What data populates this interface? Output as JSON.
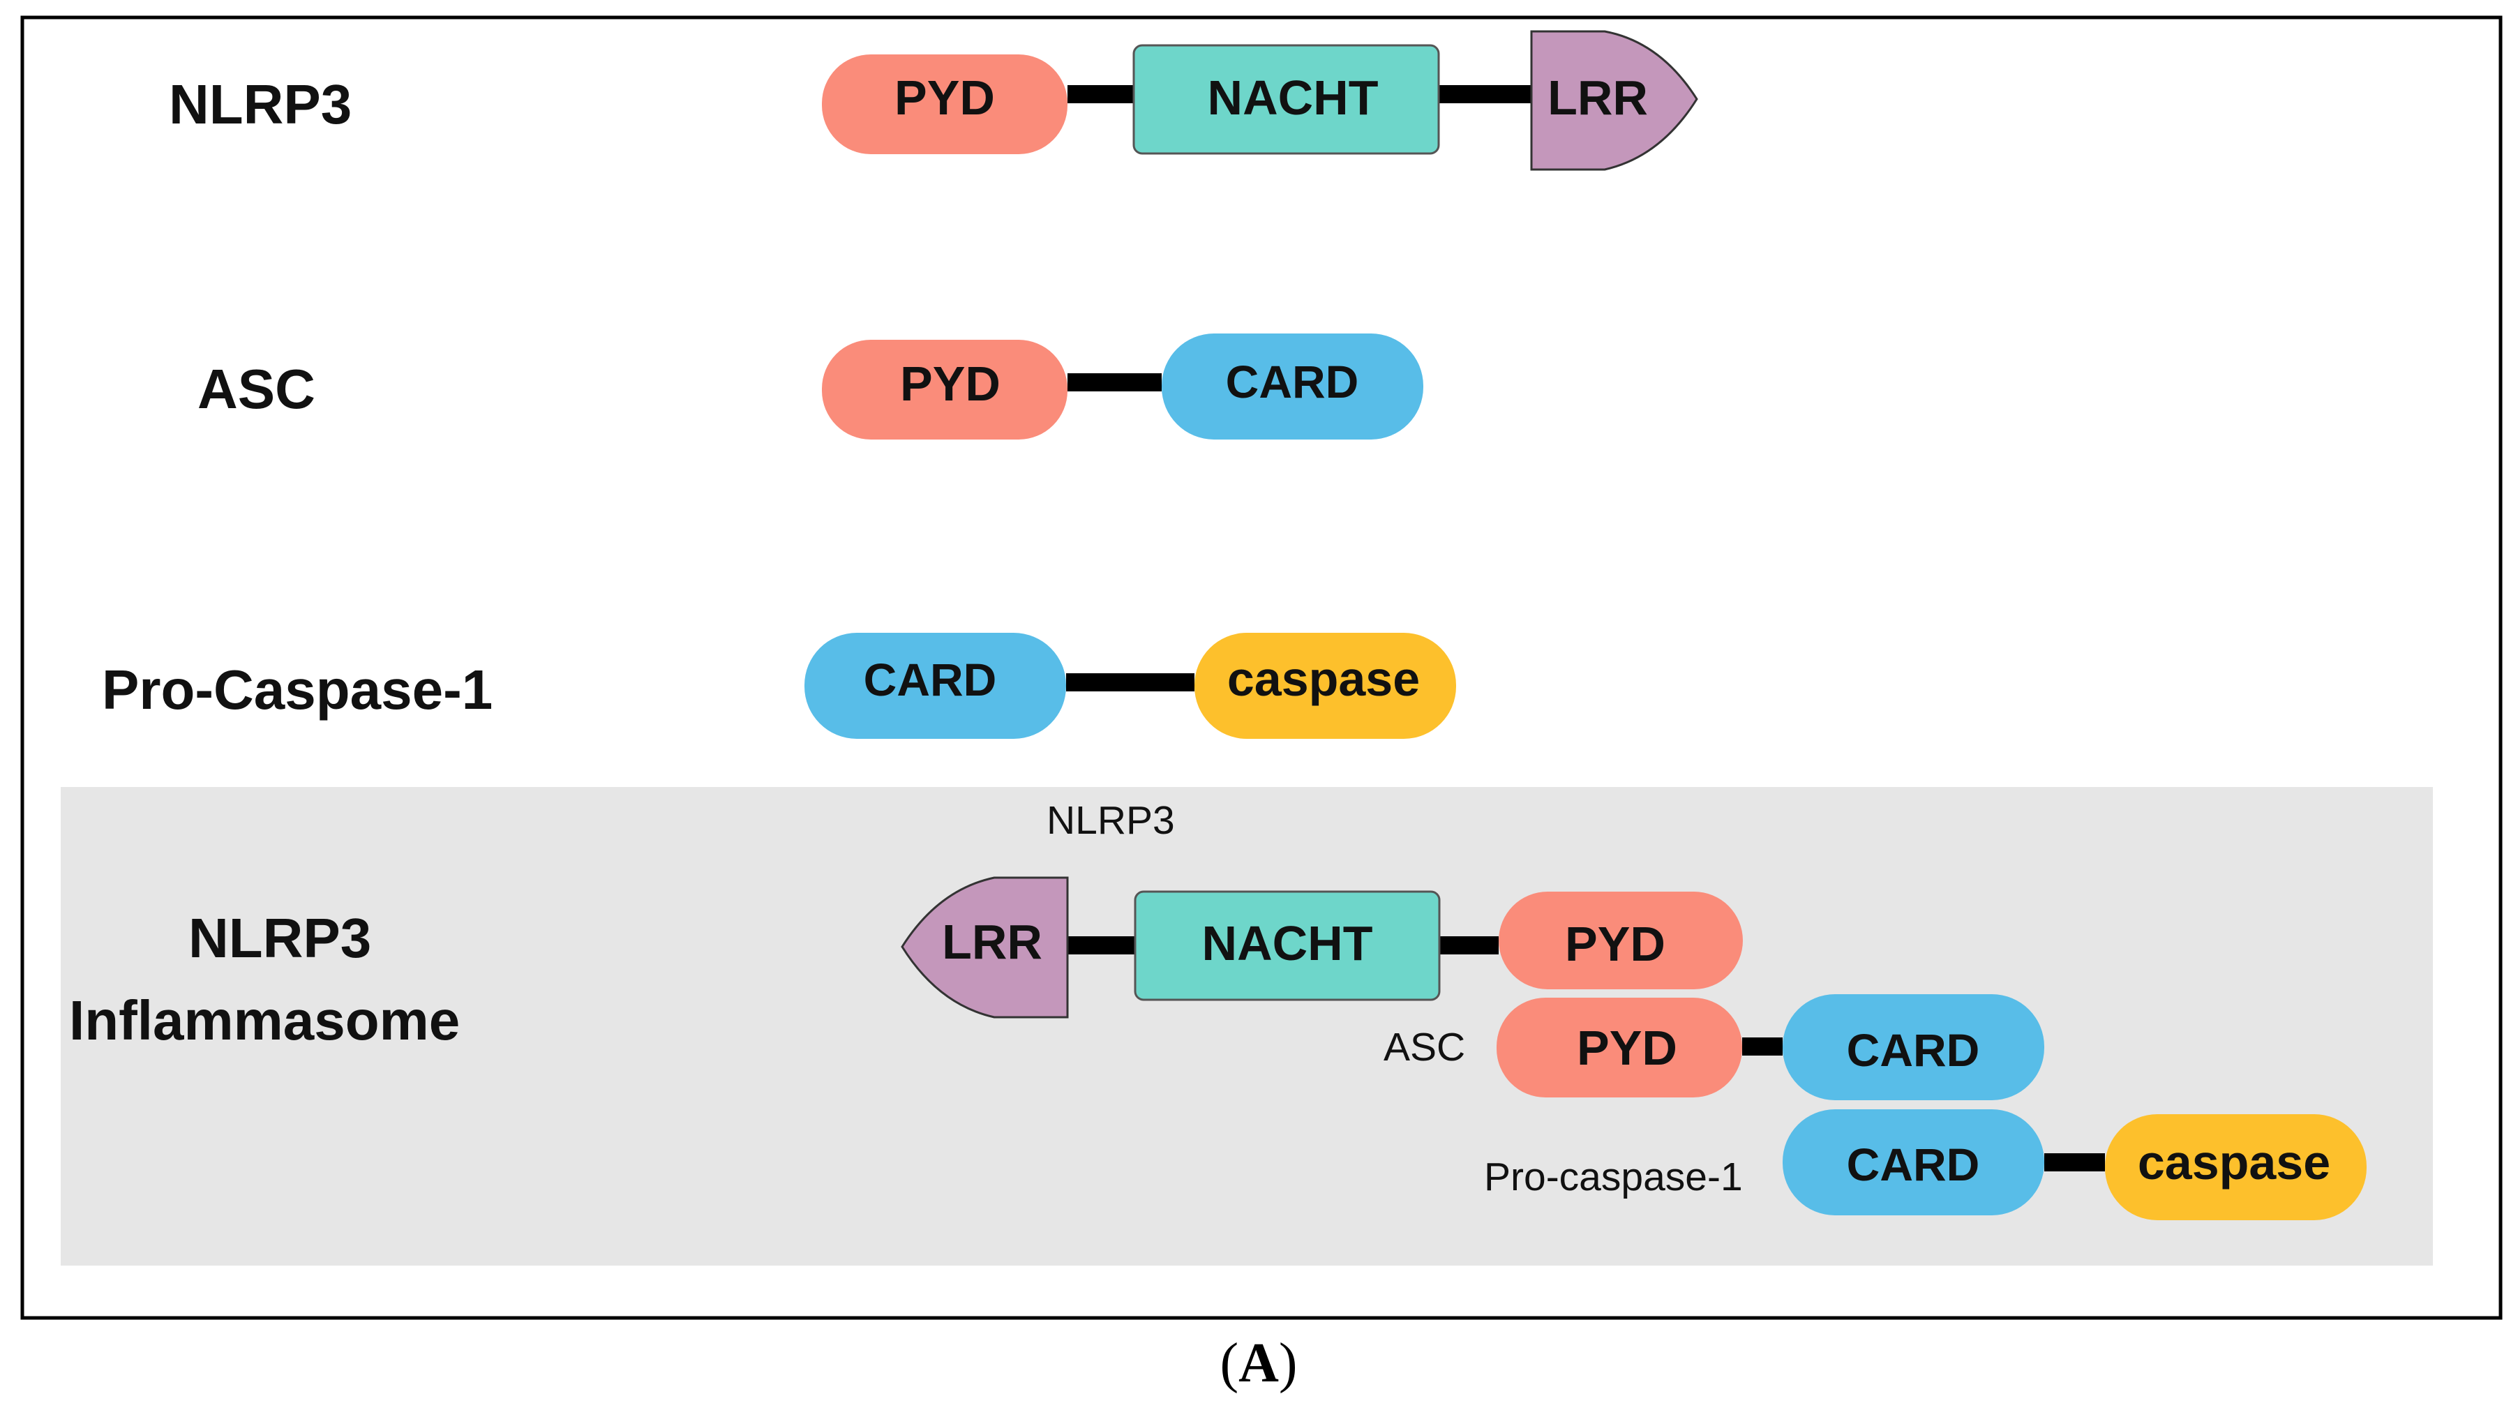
{
  "colors": {
    "pyd": "#FA8C7A",
    "nacht": "#6ED6CA",
    "lrr": "#C497BB",
    "card": "#58BDE8",
    "caspase": "#FDC02C",
    "inflammasome_bg": "#E6E6E6",
    "linker": "#000000"
  },
  "rows": {
    "nlrp3": {
      "label": "NLRP3",
      "domains": {
        "pyd": "PYD",
        "nacht": "NACHT",
        "lrr": "LRR"
      }
    },
    "asc": {
      "label": "ASC",
      "domains": {
        "pyd": "PYD",
        "card": "CARD"
      }
    },
    "procaspase": {
      "label": "Pro-Caspase-1",
      "domains": {
        "card": "CARD",
        "caspase": "caspase"
      }
    }
  },
  "inflammasome": {
    "label_line1": "NLRP3",
    "label_line2": "Inflammasome",
    "nlrp3": {
      "label": "NLRP3",
      "domains": {
        "lrr": "LRR",
        "nacht": "NACHT",
        "pyd": "PYD"
      }
    },
    "asc": {
      "label": "ASC",
      "domains": {
        "pyd": "PYD",
        "card": "CARD"
      }
    },
    "procaspase": {
      "label": "Pro-caspase-1",
      "domains": {
        "card": "CARD",
        "caspase": "caspase"
      }
    }
  },
  "caption": {
    "open": "(",
    "letter": "A",
    "close": ")"
  }
}
